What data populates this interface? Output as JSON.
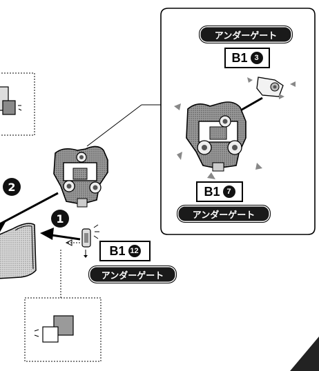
{
  "gate_label": "アンダーゲート",
  "part_refs": {
    "detail_top": {
      "code": "B1",
      "number": "3"
    },
    "detail_bottom": {
      "code": "B1",
      "number": "7"
    },
    "main": {
      "code": "B1",
      "number": "12"
    }
  },
  "steps": {
    "step1": "1",
    "step2": "2"
  },
  "colors": {
    "ink": "#000000",
    "pill_bg": "#1a1a1a",
    "part_gray": "#8a8a8a",
    "shade_dark": "#5a5a5a"
  }
}
